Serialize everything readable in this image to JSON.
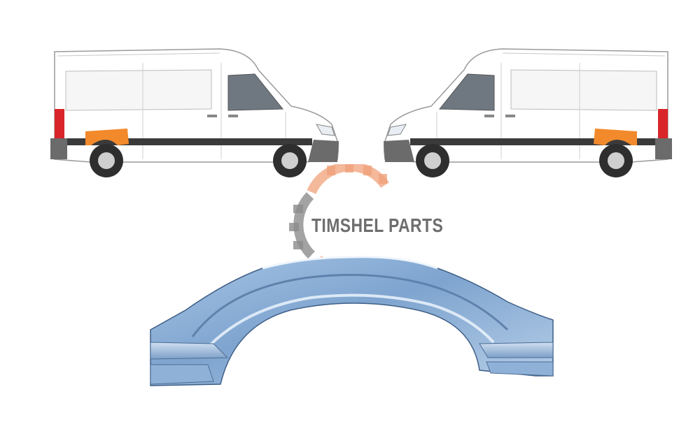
{
  "watermark": {
    "text": "TIMSHEL PARTS"
  },
  "colors": {
    "van_body": "#ffffff",
    "outline": "#8a8a8a",
    "highlight_part": "#f28a2c",
    "tail_light": "#d9252a",
    "trim": "#3a3a3a",
    "panel_metal": "#8eb0d6",
    "watermark_gear_gray": "#8c8c8c",
    "watermark_gear_orange": "#f0a07a"
  },
  "icons": {
    "left_van": "van-side-view-left",
    "right_van": "van-side-view-right",
    "watermark_logo": "gear-logo",
    "part": "rear-wheel-arch-panel"
  }
}
